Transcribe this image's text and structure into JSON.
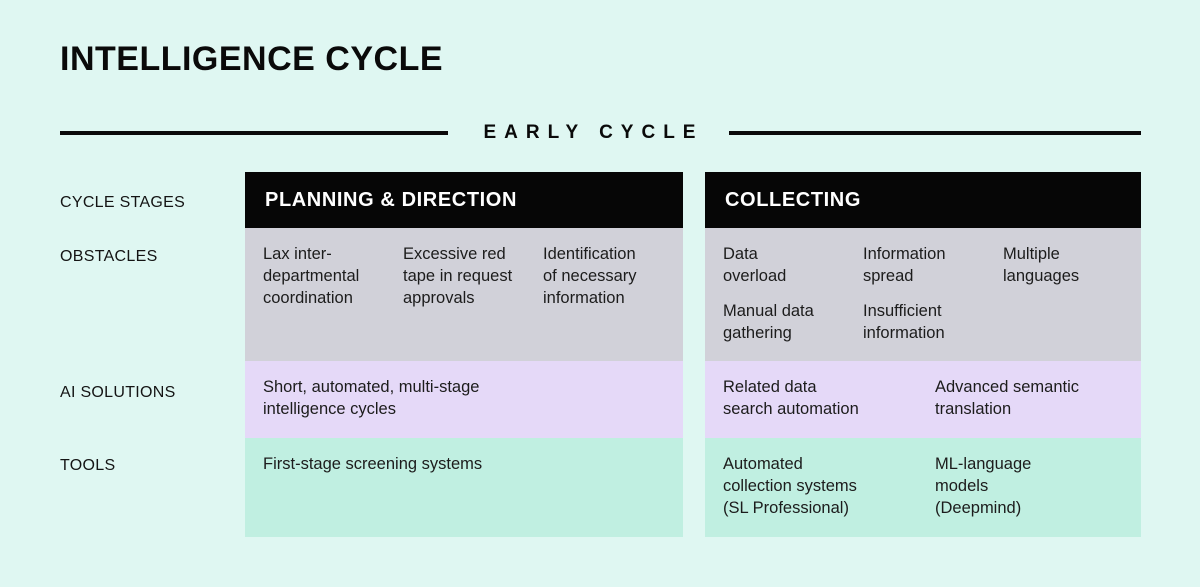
{
  "title": "INTELLIGENCE CYCLE",
  "phase_label": "EARLY CYCLE",
  "row_labels": {
    "stages": "CYCLE STAGES",
    "obstacles": "OBSTACLES",
    "ai_solutions": "AI SOLUTIONS",
    "tools": "TOOLS"
  },
  "colors": {
    "page_bg": "#dff7f2",
    "header_bg": "#060606",
    "header_text": "#ffffff",
    "obstacles_bg": "#d1d1d9",
    "ai_solutions_bg": "#e5d9f8",
    "tools_bg": "#c0efe1",
    "text": "#1c1c1c"
  },
  "columns": [
    {
      "header": "PLANNING & DIRECTION",
      "obstacles": [
        "Lax inter-\ndepartmental\ncoordination",
        "Excessive red\ntape in request\napprovals",
        "Identification\nof necessary\ninformation"
      ],
      "ai_solutions": [
        "Short, automated, multi-stage\nintelligence cycles"
      ],
      "tools": [
        "First-stage screening systems"
      ]
    },
    {
      "header": "COLLECTING",
      "obstacles": [
        "Data\noverload",
        "Information\nspread",
        "Multiple\nlanguages",
        "Manual data\ngathering",
        "Insufficient\ninformation"
      ],
      "ai_solutions": [
        "Related data\nsearch automation",
        "Advanced semantic\ntranslation"
      ],
      "tools": [
        "Automated\ncollection systems\n(SL Professional)",
        "ML-language\nmodels\n(Deepmind)"
      ]
    }
  ]
}
